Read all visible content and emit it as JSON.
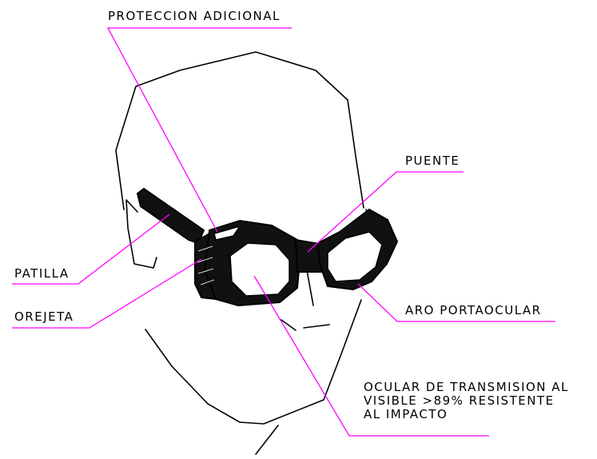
{
  "labels": {
    "proteccion": "PROTECCION ADICIONAL",
    "puente": "PUENTE",
    "patilla": "PATILLA",
    "orejeta": "OREJETA",
    "aro": "ARO PORTAOCULAR",
    "ocular": [
      "OCULAR DE TRANSMISION AL",
      "VISIBLE >89% RESISTENTE",
      "AL IMPACTO"
    ]
  },
  "colors": {
    "leader": "#ff00ff",
    "ink": "#000000",
    "frame": "#111111",
    "background": "#ffffff"
  }
}
